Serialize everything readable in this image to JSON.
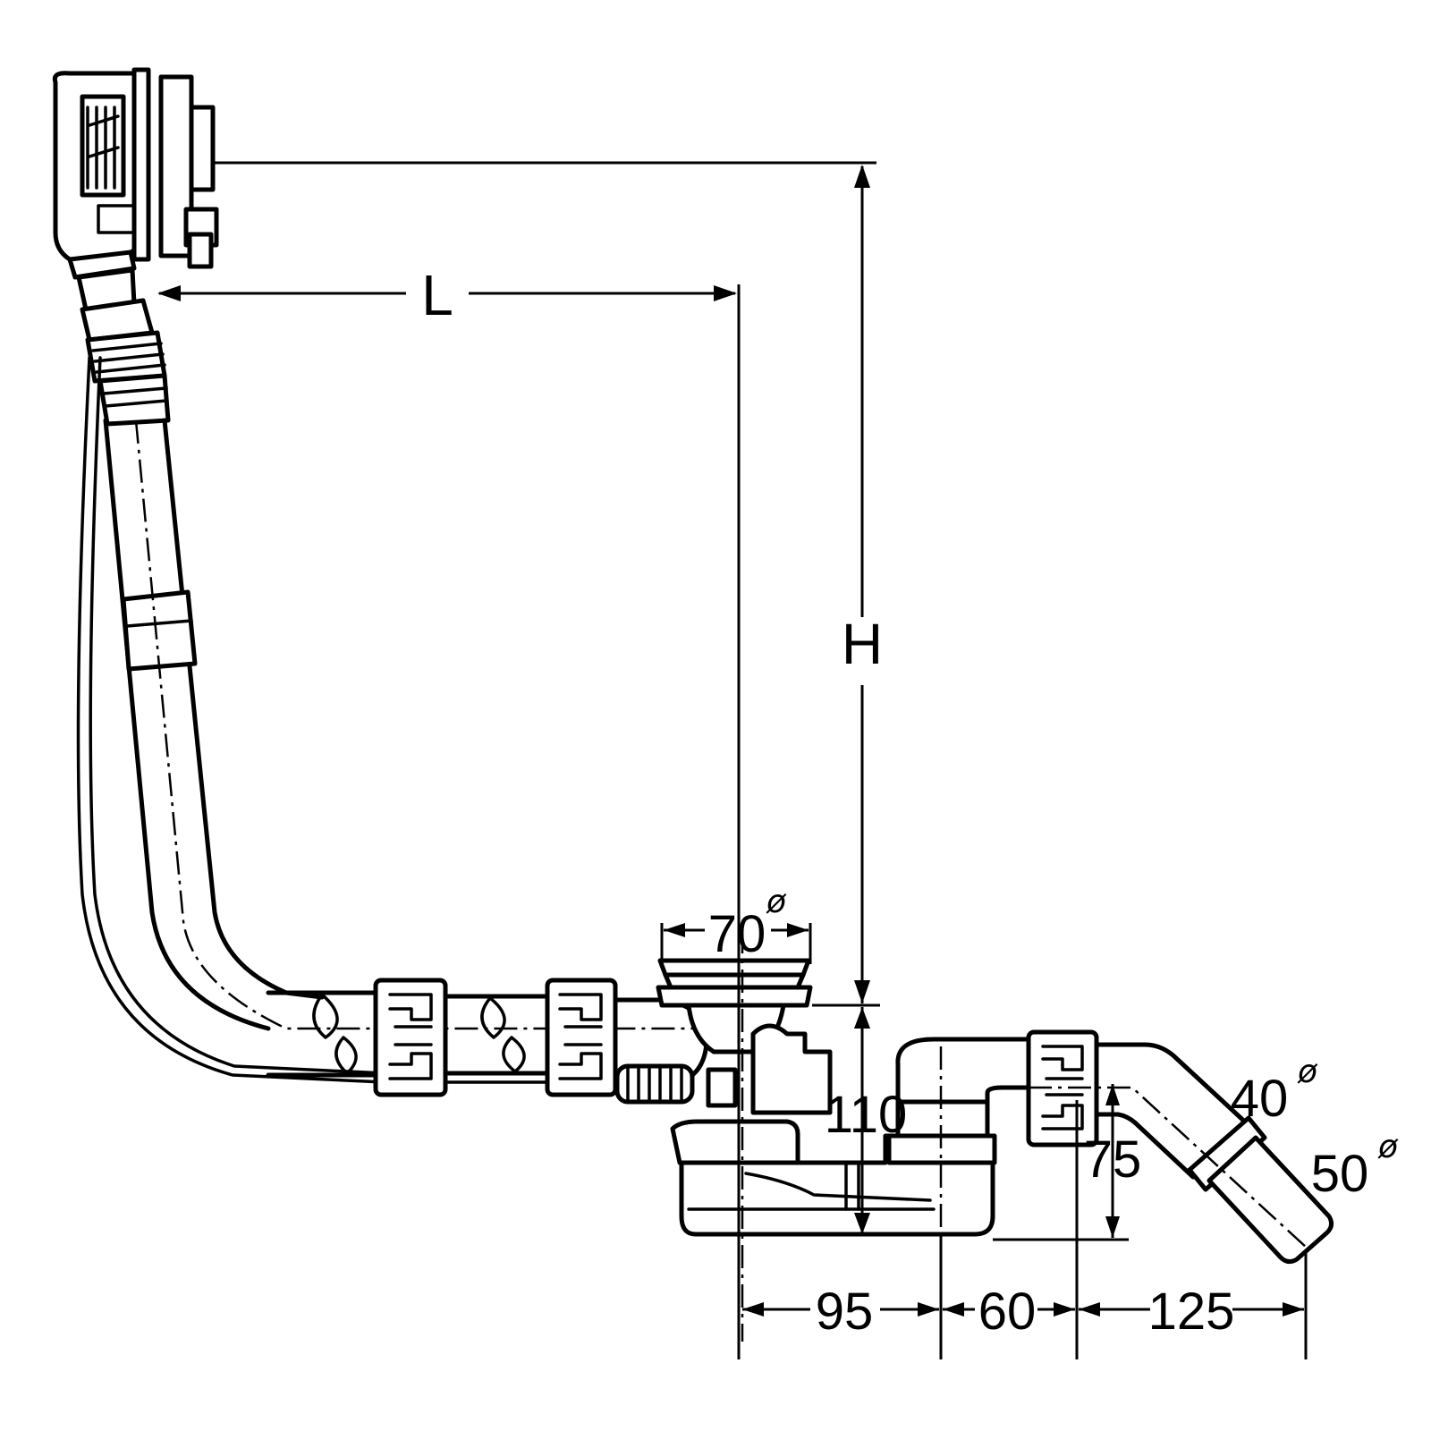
{
  "labels": {
    "length": "L",
    "height": "H",
    "outlet_diameter_value": "70",
    "height_110": "110",
    "height_75": "75",
    "pipe_40_value": "40",
    "pipe_50_value": "50",
    "width_95": "95",
    "width_60": "60",
    "width_125": "125",
    "diameter_symbol": "ø"
  },
  "colors": {
    "line": "#000000",
    "background": "#ffffff"
  }
}
